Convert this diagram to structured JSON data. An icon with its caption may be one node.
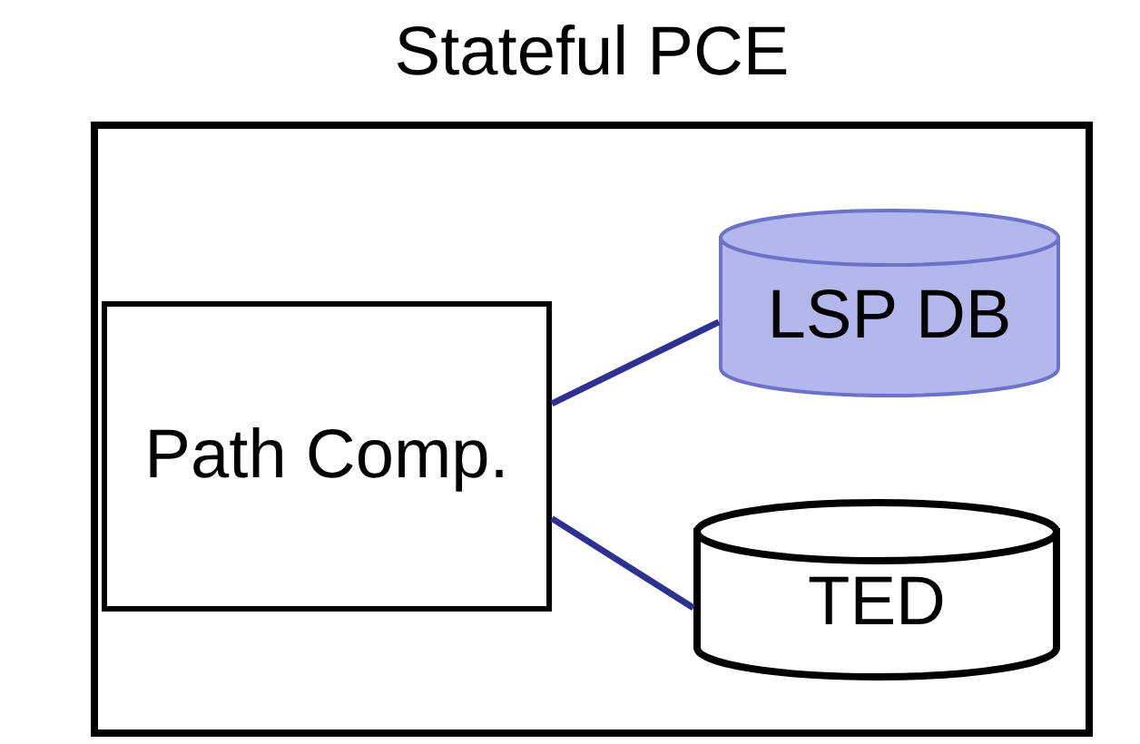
{
  "diagram": {
    "nodes": [
      {
        "text": [
          "Stateful PCE"
        ]
      },
      {
        "text": [
          "Path Comp."
        ],
        "in": 0
      },
      {
        "text": [
          "LSP DB"
        ],
        "in": 0
      },
      {
        "text": [
          "TED"
        ],
        "in": 0
      }
    ],
    "edges": [
      {
        "from": 1,
        "to": 2,
        "arrow": "none"
      },
      {
        "from": 1,
        "to": 3,
        "arrow": "none"
      }
    ]
  }
}
